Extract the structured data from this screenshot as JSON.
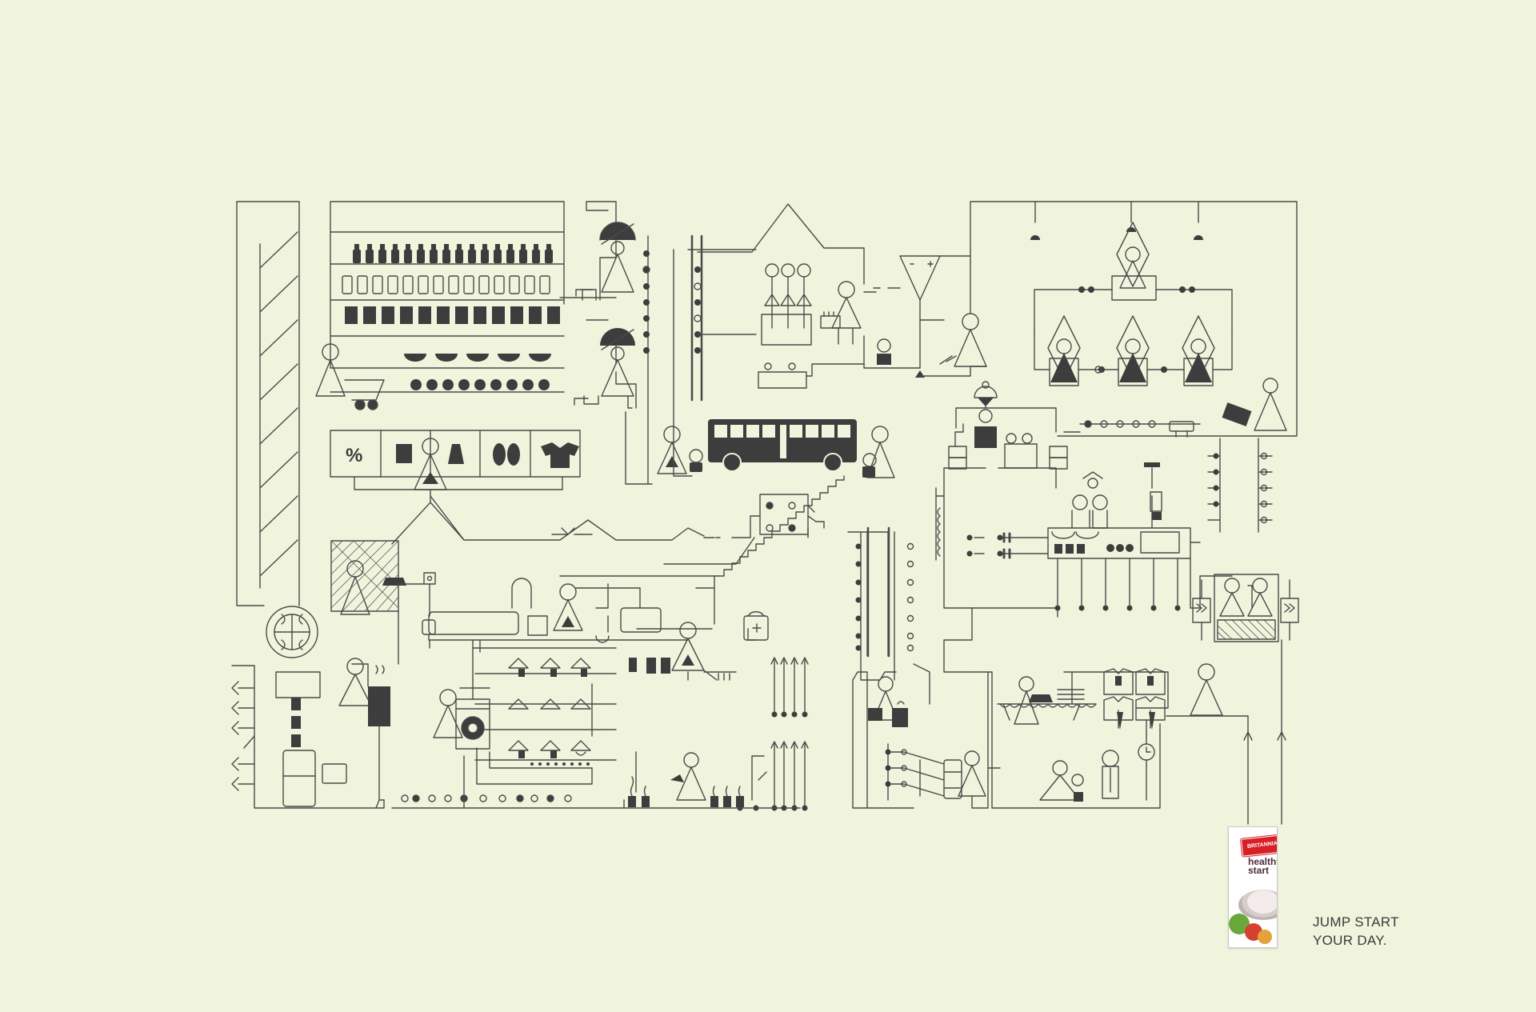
{
  "colors": {
    "background": "#f0f4dc",
    "line": "#4a4a4a",
    "fill": "#3d3d3d",
    "brand_red": "#d71f26"
  },
  "diagram": {
    "icons": [
      "bus-icon",
      "person-icon",
      "bottle-icon",
      "jar-icon",
      "washing-machine-icon",
      "fridge-icon",
      "tv-icon",
      "sofa-icon",
      "iron-icon",
      "shirt-icon",
      "clock-icon",
      "lamp-icon",
      "table-icon",
      "tree-icon",
      "slipper-icon",
      "dress-icon",
      "bag-icon",
      "percent-icon",
      "light-bulb-icon",
      "plug-icon",
      "bench-icon"
    ]
  },
  "shop_shelf": {
    "percent_label": "%"
  },
  "product": {
    "brand": "BRITANNIA",
    "name": "healthy\nstart"
  },
  "tagline": {
    "line1": "JUMP START",
    "line2": "YOUR DAY."
  }
}
